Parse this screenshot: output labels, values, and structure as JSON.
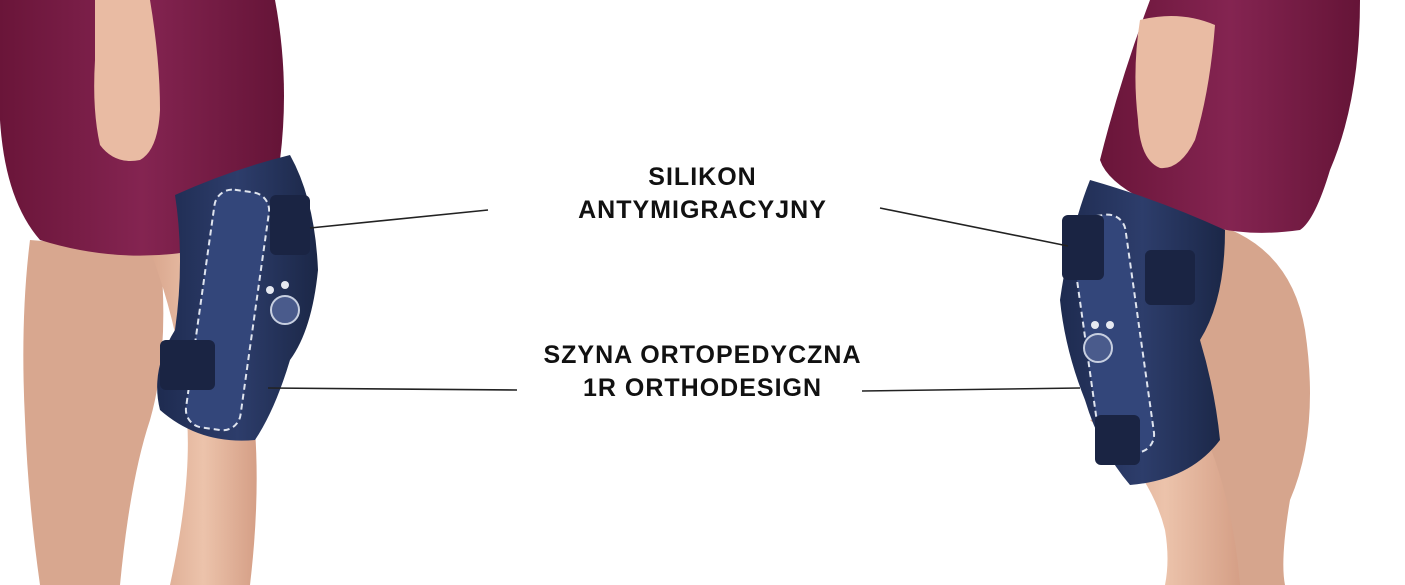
{
  "callouts": {
    "top": {
      "line1": "SILIKON",
      "line2": "ANTYMIGRACYJNY"
    },
    "bottom": {
      "line1": "SZYNA ORTOPEDYCZNA",
      "line2": "1R ORTHODESIGN"
    }
  },
  "colors": {
    "background": "#ffffff",
    "shorts": "#7a1e46",
    "skin": "#e7b9a0",
    "brace": "#26355e",
    "callout_line": "#222222"
  }
}
